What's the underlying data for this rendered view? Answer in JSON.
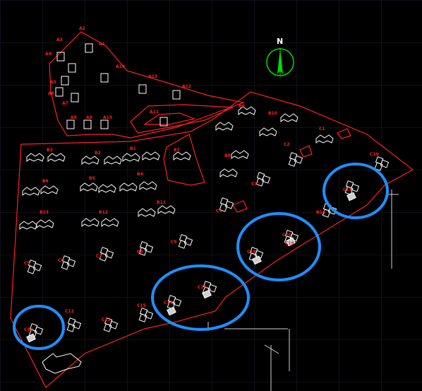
{
  "colors": {
    "background": "#000000",
    "grid": "#1a1f2e",
    "boundary": "#ff2020",
    "building": "#ffffff",
    "highlight_ring": "#1e90ff",
    "north_circle": "#00dd00",
    "north_arrow": "#00dd00"
  },
  "north_label": "N",
  "labels": {
    "a_cluster": [
      "A1",
      "A2",
      "A3",
      "A4",
      "A5",
      "A6",
      "A7",
      "A8",
      "A9",
      "A10",
      "A11",
      "A12",
      "A13",
      "A14"
    ],
    "b_cluster": [
      "B1",
      "B2",
      "B3",
      "B4",
      "B5",
      "B6",
      "B7",
      "B8",
      "B9",
      "B10",
      "B11",
      "B12",
      "B13",
      "B14"
    ],
    "c_cluster": [
      "C1",
      "C2",
      "C3",
      "C4",
      "C5",
      "C6",
      "C7",
      "C8",
      "C9",
      "C10",
      "C11",
      "C12",
      "C13",
      "C14",
      "C15",
      "C16",
      "C17",
      "C18",
      "C19",
      "C20"
    ]
  },
  "highlighted_units": [
    "C17",
    "C14",
    "C16",
    "C18",
    "C20"
  ],
  "highlight_count": 4
}
